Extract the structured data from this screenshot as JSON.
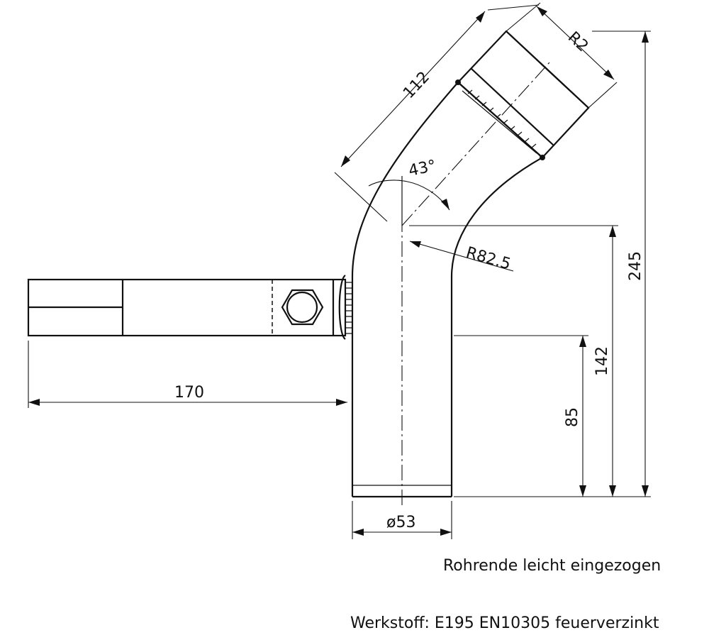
{
  "dimensions": {
    "horizontal_length": "170",
    "angled_length": "112",
    "thread": "R2",
    "angle": "43°",
    "bend_radius": "R82.5",
    "total_height": "245",
    "height_mid": "142",
    "height_low": "85",
    "diameter": "ø53"
  },
  "notes": {
    "tube_end": "Rohrende leicht eingezogen",
    "material": "Werkstoff: E195 EN10305 feuerverzinkt"
  }
}
